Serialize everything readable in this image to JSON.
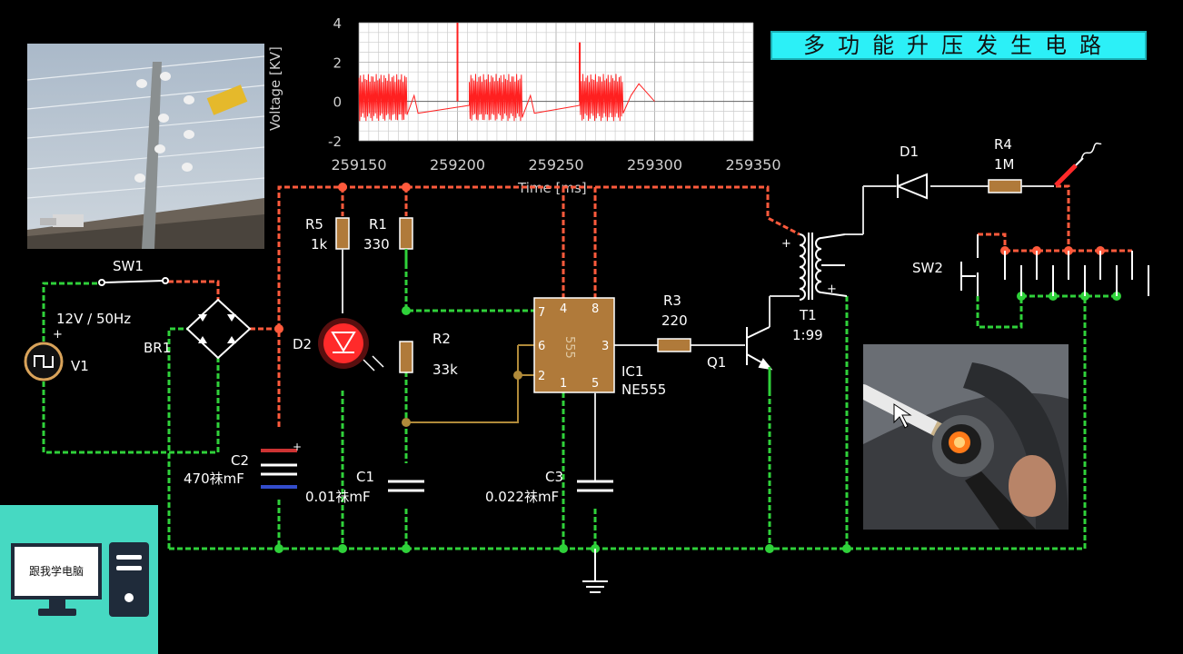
{
  "title": "多功能升压发生电路",
  "chart_data": {
    "type": "line",
    "ylabel": "Voltage [KV]",
    "xlabel": "Time [ms]",
    "xlim": [
      259150,
      259300
    ],
    "ylim": [
      -2,
      4
    ],
    "x_ticks": [
      "259150",
      "259200",
      "259250",
      "259300",
      "259350"
    ],
    "y_ticks": [
      "4",
      "2",
      "0",
      "-2"
    ],
    "grid": true,
    "series_color": "#ff2020",
    "bursts": [
      {
        "start": 259150,
        "end": 259174,
        "high": 1.4,
        "low": -1.0
      },
      {
        "start": 259206,
        "end": 259233,
        "high": 1.4,
        "low": -1.0
      },
      {
        "start": 259262,
        "end": 259284,
        "high": 1.4,
        "low": -1.0
      }
    ],
    "spikes": [
      {
        "x": 259200,
        "y": 4.0
      },
      {
        "x": 259262,
        "y": 3.0
      }
    ]
  },
  "labels": {
    "sw1": "SW1",
    "v1_rating": "12V / 50Hz",
    "v1": "V1",
    "br1": "BR1",
    "c2": "C2",
    "c2_val": "470祙mF",
    "r5": "R5",
    "r5_val": "1k",
    "r1": "R1",
    "r1_val": "330",
    "d2": "D2",
    "r2": "R2",
    "r2_val": "33k",
    "c1": "C1",
    "c1_val": "0.01祙mF",
    "ic_mark": "555",
    "ic1": "IC1",
    "ic1_part": "NE555",
    "c3": "C3",
    "c3_val": "0.022祙mF",
    "r3": "R3",
    "r3_val": "220",
    "q1": "Q1",
    "t1": "T1",
    "t1_ratio": "1:99",
    "d1": "D1",
    "r4": "R4",
    "r4_val": "1M",
    "sw2": "SW2",
    "pin1": "1",
    "pin2": "2",
    "pin3": "3",
    "pin4": "4",
    "pin5": "5",
    "pin6": "6",
    "pin7": "7",
    "pin8": "8",
    "plus": "+"
  },
  "logo": {
    "text": "跟我学电脑"
  },
  "colors": {
    "positive_wire": "#ff5a3c",
    "ground_wire": "#2fd13a",
    "neutral_wire": "#d8d8d8",
    "ic_body": "#b07a3a",
    "led_on": "#ff2a2a",
    "title_bg": "#2cf0f7",
    "logo_bg": "#46d9c2"
  }
}
